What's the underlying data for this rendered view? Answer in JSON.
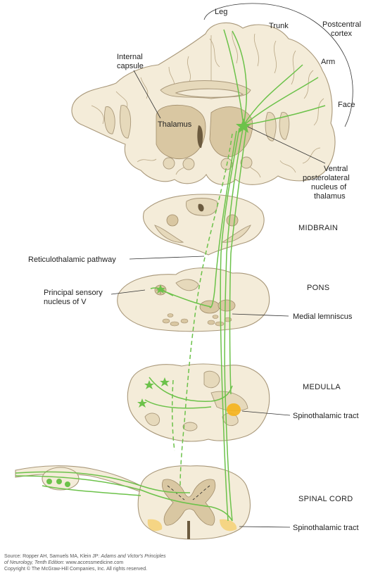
{
  "labels": {
    "leg": "Leg",
    "trunk": "Trunk",
    "postcentral_cortex_1": "Postcentral",
    "postcentral_cortex_2": "cortex",
    "arm": "Arm",
    "face": "Face",
    "internal_capsule_1": "Internal",
    "internal_capsule_2": "capsule",
    "thalamus": "Thalamus",
    "vpl_1": "Ventral",
    "vpl_2": "posterolateral",
    "vpl_3": "nucleus of",
    "vpl_4": "thalamus",
    "midbrain": "MIDBRAIN",
    "reticulothalamic": "Reticulothalamic pathway",
    "pons": "PONS",
    "principal_sensory_1": "Principal sensory",
    "principal_sensory_2": "nucleus of V",
    "medial_lemniscus": "Medial lemniscus",
    "medulla": "MEDULLA",
    "spinothalamic_medulla": "Spinothalamic tract",
    "spinal_cord": "SPINAL CORD",
    "spinothalamic_cord": "Spinothalamic tract"
  },
  "source": {
    "line1_prefix": "Source: Ropper AH, Samuels MA, Klein JP: ",
    "line1_italic": "Adams and Victor's Principles",
    "line2_italic": "of Neurology, Tenth Edition",
    "line2_suffix": ": www.accessmedicine.com",
    "line3": "Copyright © The McGraw-Hill Companies, Inc. All rights reserved."
  },
  "colors": {
    "fiber": "#6cc24a",
    "tissue": "#f4ecd9",
    "spinothalamic_highlight": "#f5b21c"
  }
}
